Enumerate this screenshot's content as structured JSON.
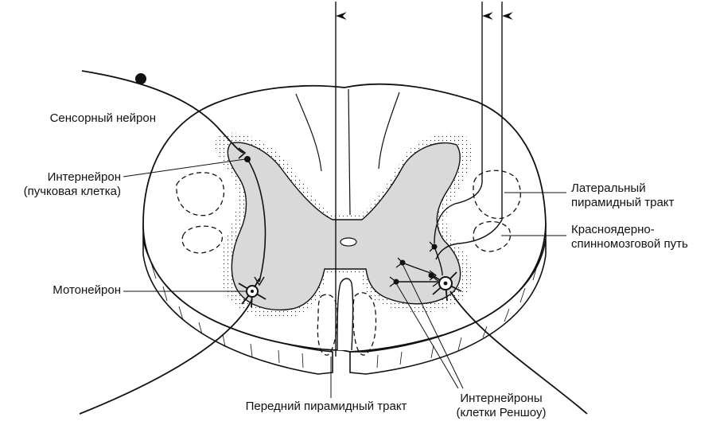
{
  "labels": {
    "sensory_neuron": "Сенсорный нейрон",
    "interneuron_line1": "Интернейрон",
    "interneuron_line2": "(пучковая клетка)",
    "motoneuron": "Мотонейрон",
    "anterior_pyramidal": "Передний пирамидный тракт",
    "lateral_pyramidal_line1": "Латеральный",
    "lateral_pyramidal_line2": "пирамидный тракт",
    "rubrospinal_line1": "Красноядерно-",
    "rubrospinal_line2": "спинномозговой путь",
    "renshaw_line1": "Интернейроны",
    "renshaw_line2": "(клетки Реншоу)"
  },
  "colors": {
    "ink": "#111111",
    "gray_matter": "#d9d9d9",
    "white_matter": "#ffffff"
  }
}
